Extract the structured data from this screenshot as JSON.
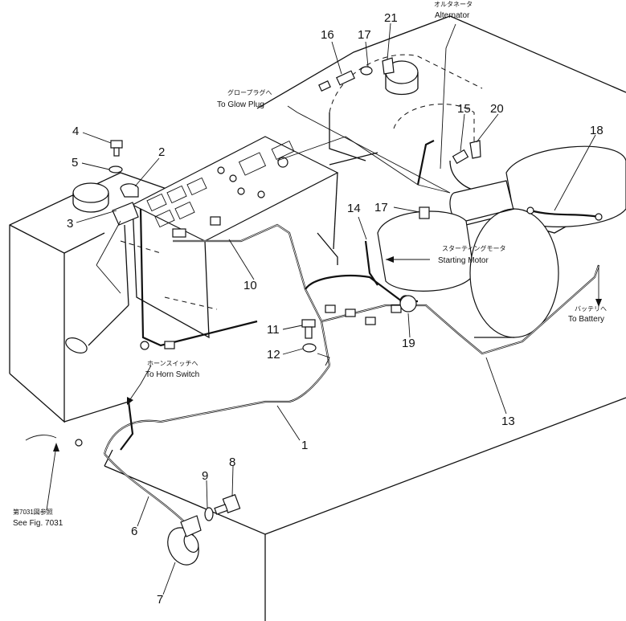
{
  "callouts": {
    "c1": "1",
    "c2": "2",
    "c3": "3",
    "c4": "4",
    "c5": "5",
    "c6": "6",
    "c7": "7",
    "c8": "8",
    "c9": "9",
    "c10": "10",
    "c11": "11",
    "c12": "12",
    "c13": "13",
    "c14": "14",
    "c15": "15",
    "c16": "16",
    "c17a": "17",
    "c17b": "17",
    "c18": "18",
    "c19": "19",
    "c20": "20",
    "c21": "21"
  },
  "labels": {
    "alternator_jp": "オルタネータ",
    "alternator_en": "Alternator",
    "glow_plug_jp": "グロープラグへ",
    "glow_plug_en": "To Glow Plug",
    "starting_motor_jp": "スターティングモータ",
    "starting_motor_en": "Starting Motor",
    "battery_jp": "バッテリへ",
    "battery_en": "To Battery",
    "horn_switch_jp": "ホーンスイッチへ",
    "horn_switch_en": "To Horn Switch",
    "see_fig_jp": "第7031図参照",
    "see_fig_en": "See Fig. 7031"
  }
}
